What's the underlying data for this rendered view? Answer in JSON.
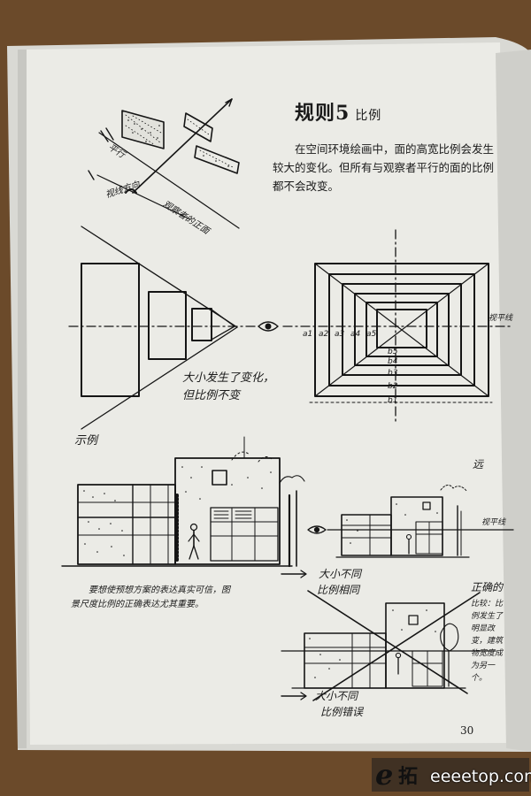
{
  "page": {
    "title_main": "规则5",
    "title_sub": "比例",
    "paragraph": "在空间环境绘画中，面的高宽比例会发生较大的变化。但所有与观察者平行的面的比例都不会改变。",
    "page_number": "30"
  },
  "figure1": {
    "label_parallel": "平行",
    "label_sight_dir": "视线方向",
    "label_observer_front": "观察者的正面"
  },
  "figure2": {
    "size_note_line1": "大小发生了变化，",
    "size_note_line2": "但比例不变",
    "label_example": "示例",
    "label_horizon": "视平线",
    "a_labels": [
      "a1",
      "a2",
      "a3",
      "a4",
      "a5"
    ],
    "b_labels": [
      "b5",
      "b4",
      "b3",
      "b2",
      "b1"
    ]
  },
  "figure3": {
    "label_far": "远",
    "label_horizon": "视平线"
  },
  "figure4": {
    "caption": "要想使预想方案的表达真实可信，图景尺度比例的正确表达尤其重要。",
    "label_correct": "正确的",
    "right_note": "比较：比例发生了明显改变，建筑物宽度成为另一个。",
    "label_top_line1": "大小不同",
    "label_top_line2": "比例相同",
    "label_bottom_line1": "大小不同",
    "label_bottom_line2": "比例错误"
  },
  "watermark": {
    "mark_e": "e",
    "mark_tuo": "拓",
    "domain": "eeeetop.com"
  }
}
